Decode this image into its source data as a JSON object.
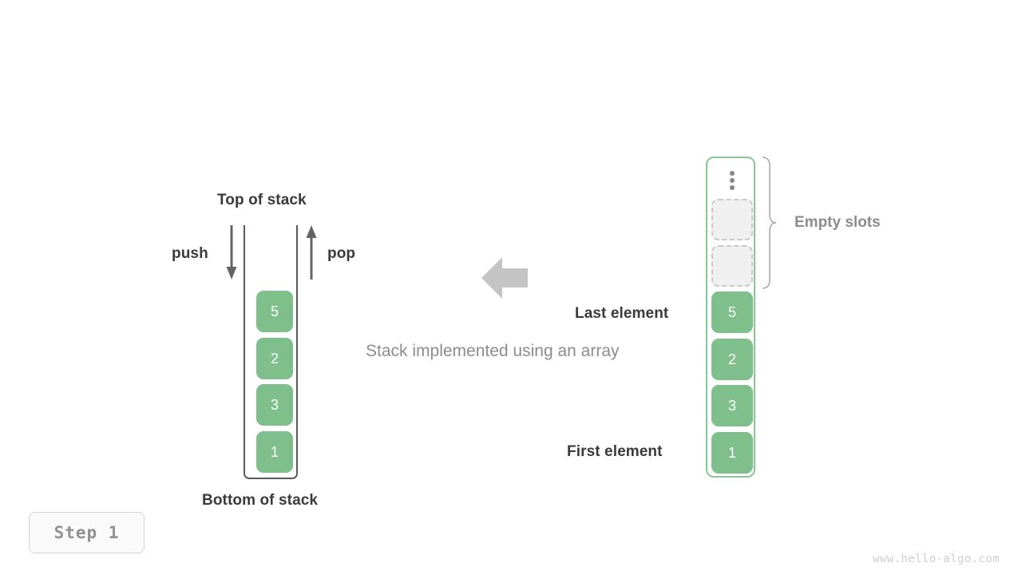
{
  "diagram": {
    "caption": "Stack implemented using an array",
    "step_badge": "Step  1",
    "watermark": "www.hello-algo.com",
    "colors": {
      "element_green": "#7fbf8b",
      "array_border_green": "#8cc497",
      "empty_slot_fill": "#f0f0f0",
      "empty_slot_border": "#c9c9c9",
      "container_stroke": "#555a5c",
      "label_dark": "#3a3a3a",
      "label_gray": "#8c8c8c",
      "arrow_gray": "#c4c4c4"
    }
  },
  "left_stack": {
    "top_label": "Top of stack",
    "bottom_label": "Bottom of stack",
    "push_label": "push",
    "pop_label": "pop",
    "cells": [
      {
        "value": "5"
      },
      {
        "value": "2"
      },
      {
        "value": "3"
      },
      {
        "value": "1"
      }
    ]
  },
  "right_array": {
    "empty_slots_label": "Empty slots",
    "last_element_label": "Last element",
    "first_element_label": "First element",
    "ellipsis": "vertical-ellipsis",
    "cells": [
      {
        "kind": "ellipsis",
        "value": ""
      },
      {
        "kind": "empty",
        "value": ""
      },
      {
        "kind": "empty",
        "value": ""
      },
      {
        "kind": "filled",
        "value": "5"
      },
      {
        "kind": "filled",
        "value": "2"
      },
      {
        "kind": "filled",
        "value": "3"
      },
      {
        "kind": "filled",
        "value": "1"
      }
    ]
  }
}
